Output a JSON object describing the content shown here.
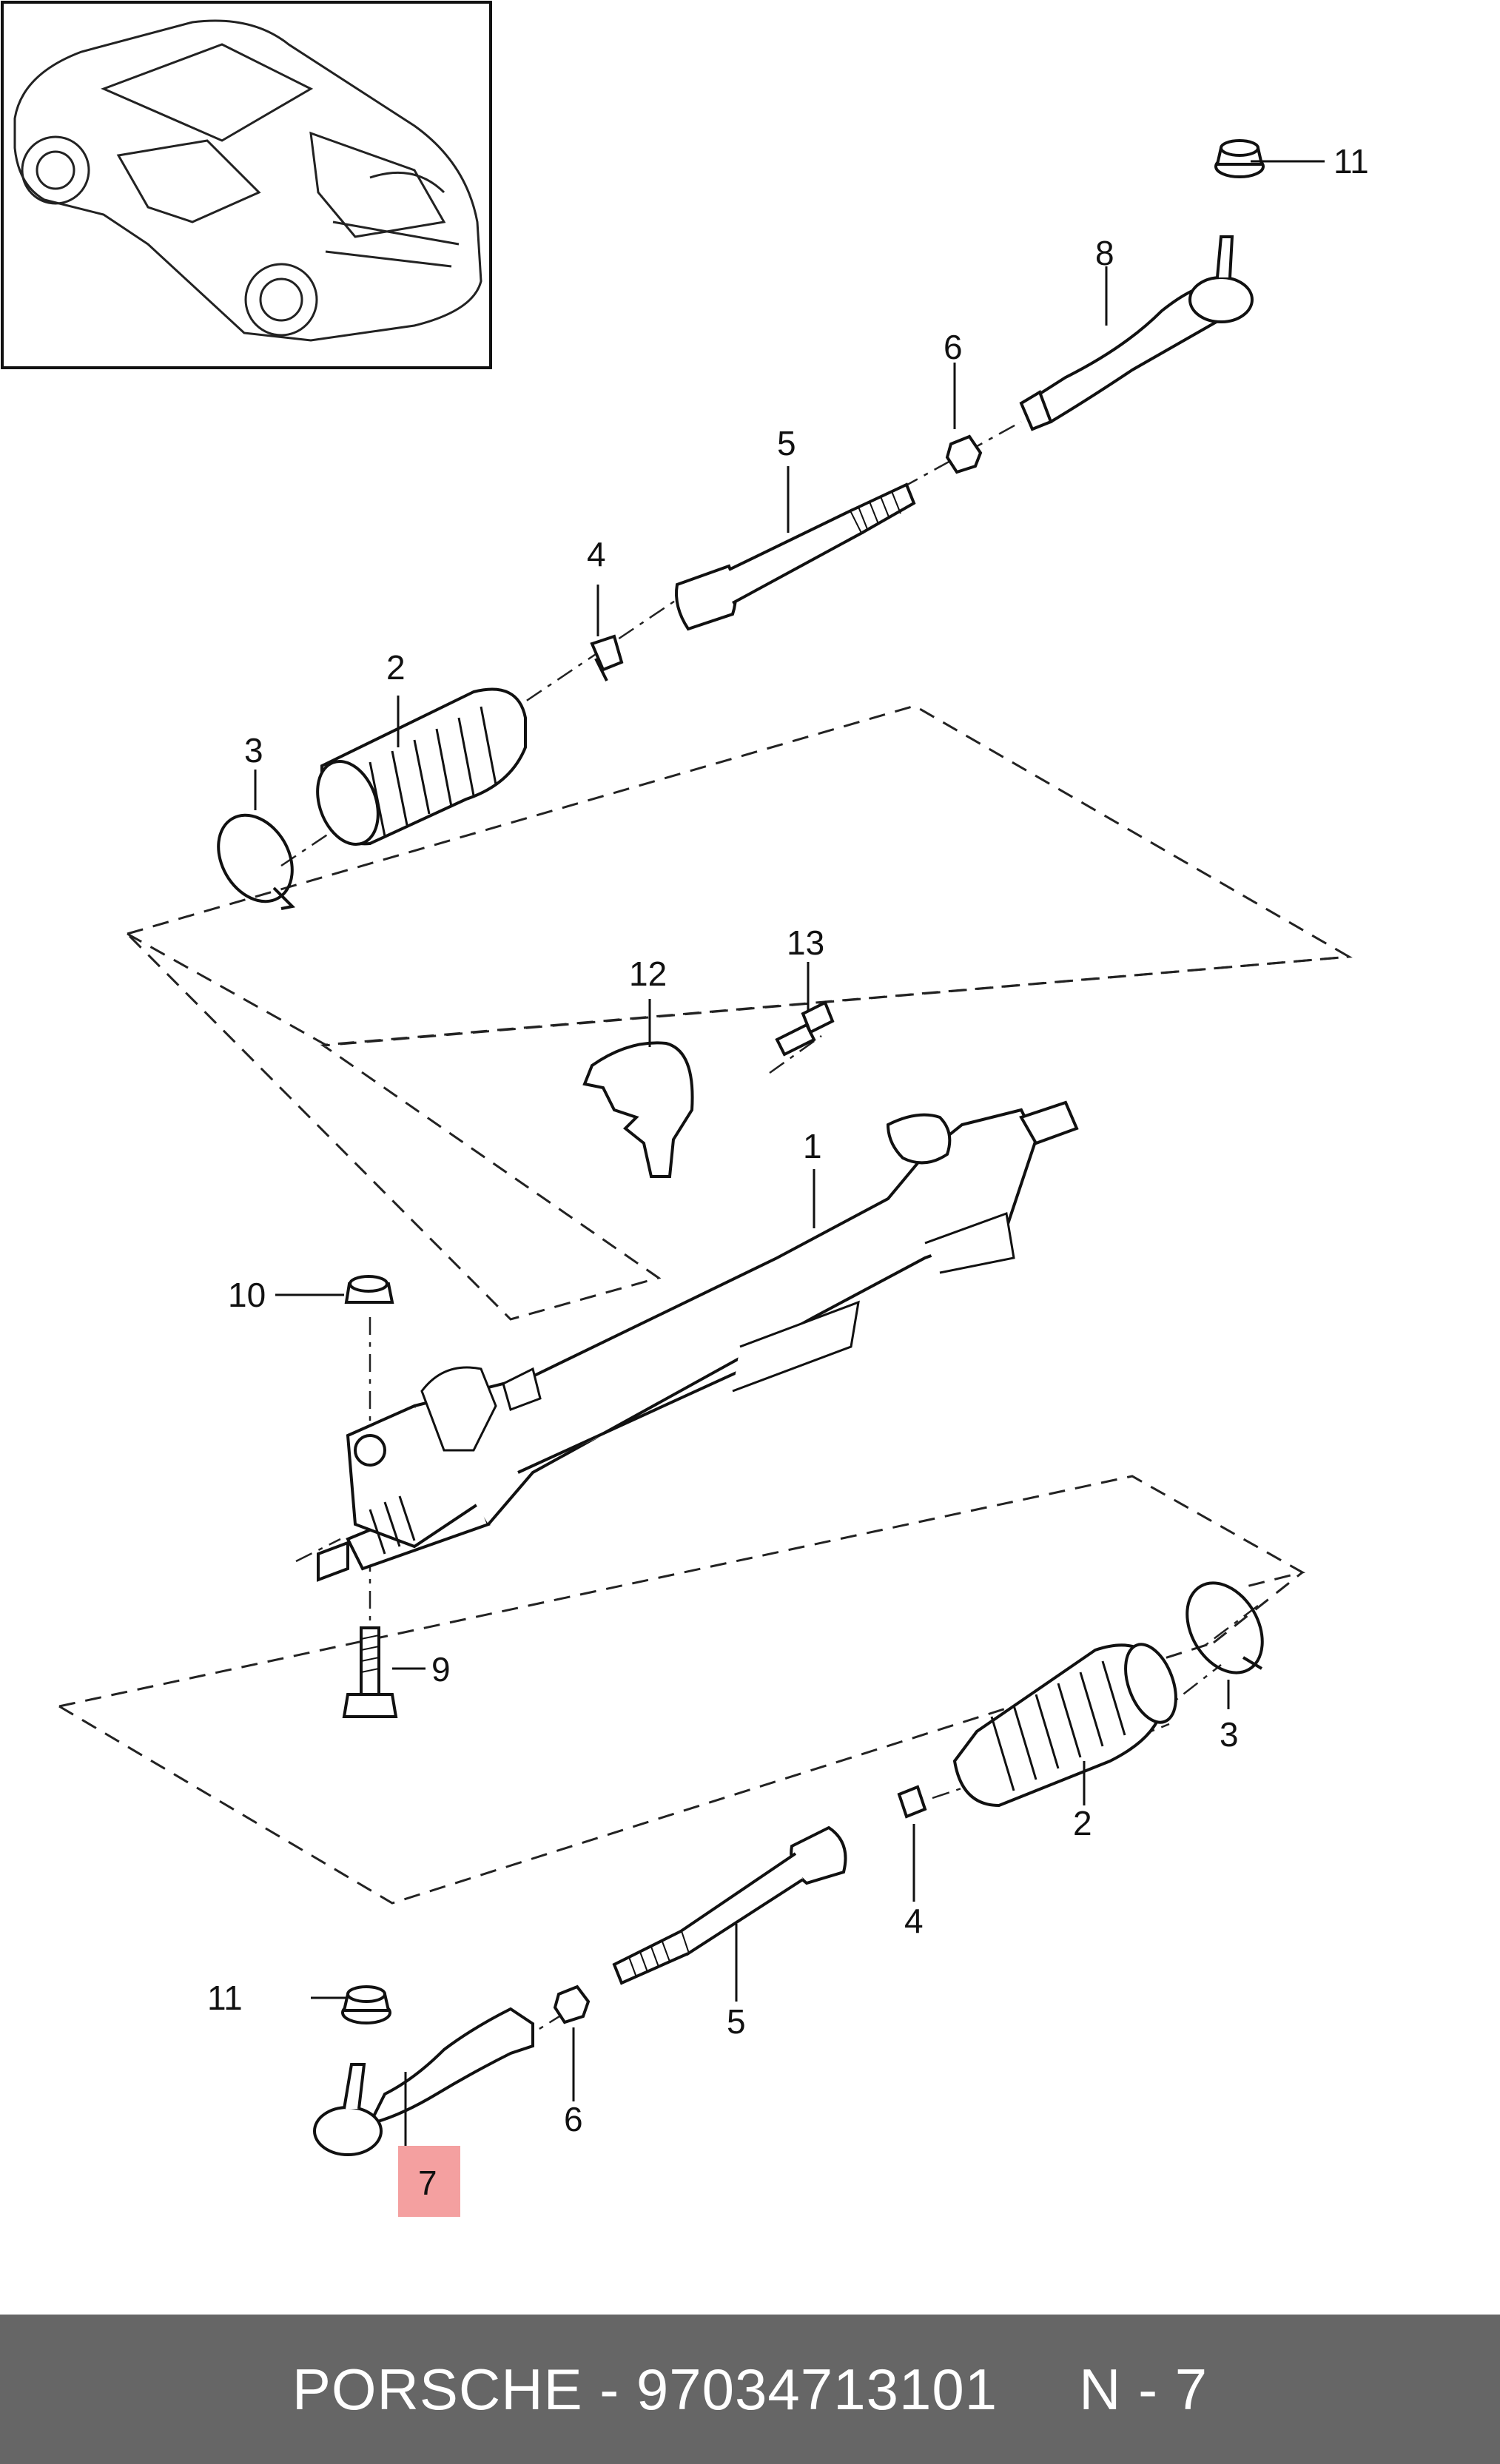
{
  "callouts": {
    "c1": "1",
    "c2_top": "2",
    "c2_bottom": "2",
    "c3_top": "3",
    "c3_bottom": "3",
    "c4_top": "4",
    "c4_bottom": "4",
    "c5_top": "5",
    "c5_bottom": "5",
    "c6_top": "6",
    "c6_bottom": "6",
    "c7": "7",
    "c8": "8",
    "c9": "9",
    "c10": "10",
    "c11_top": "11",
    "c11_bottom": "11",
    "c12": "12",
    "c13": "13"
  },
  "highlight_color": "#f4a0a0",
  "footer": {
    "part_label": "PORSCHE - 97034713101",
    "page_label": "N - 7"
  }
}
